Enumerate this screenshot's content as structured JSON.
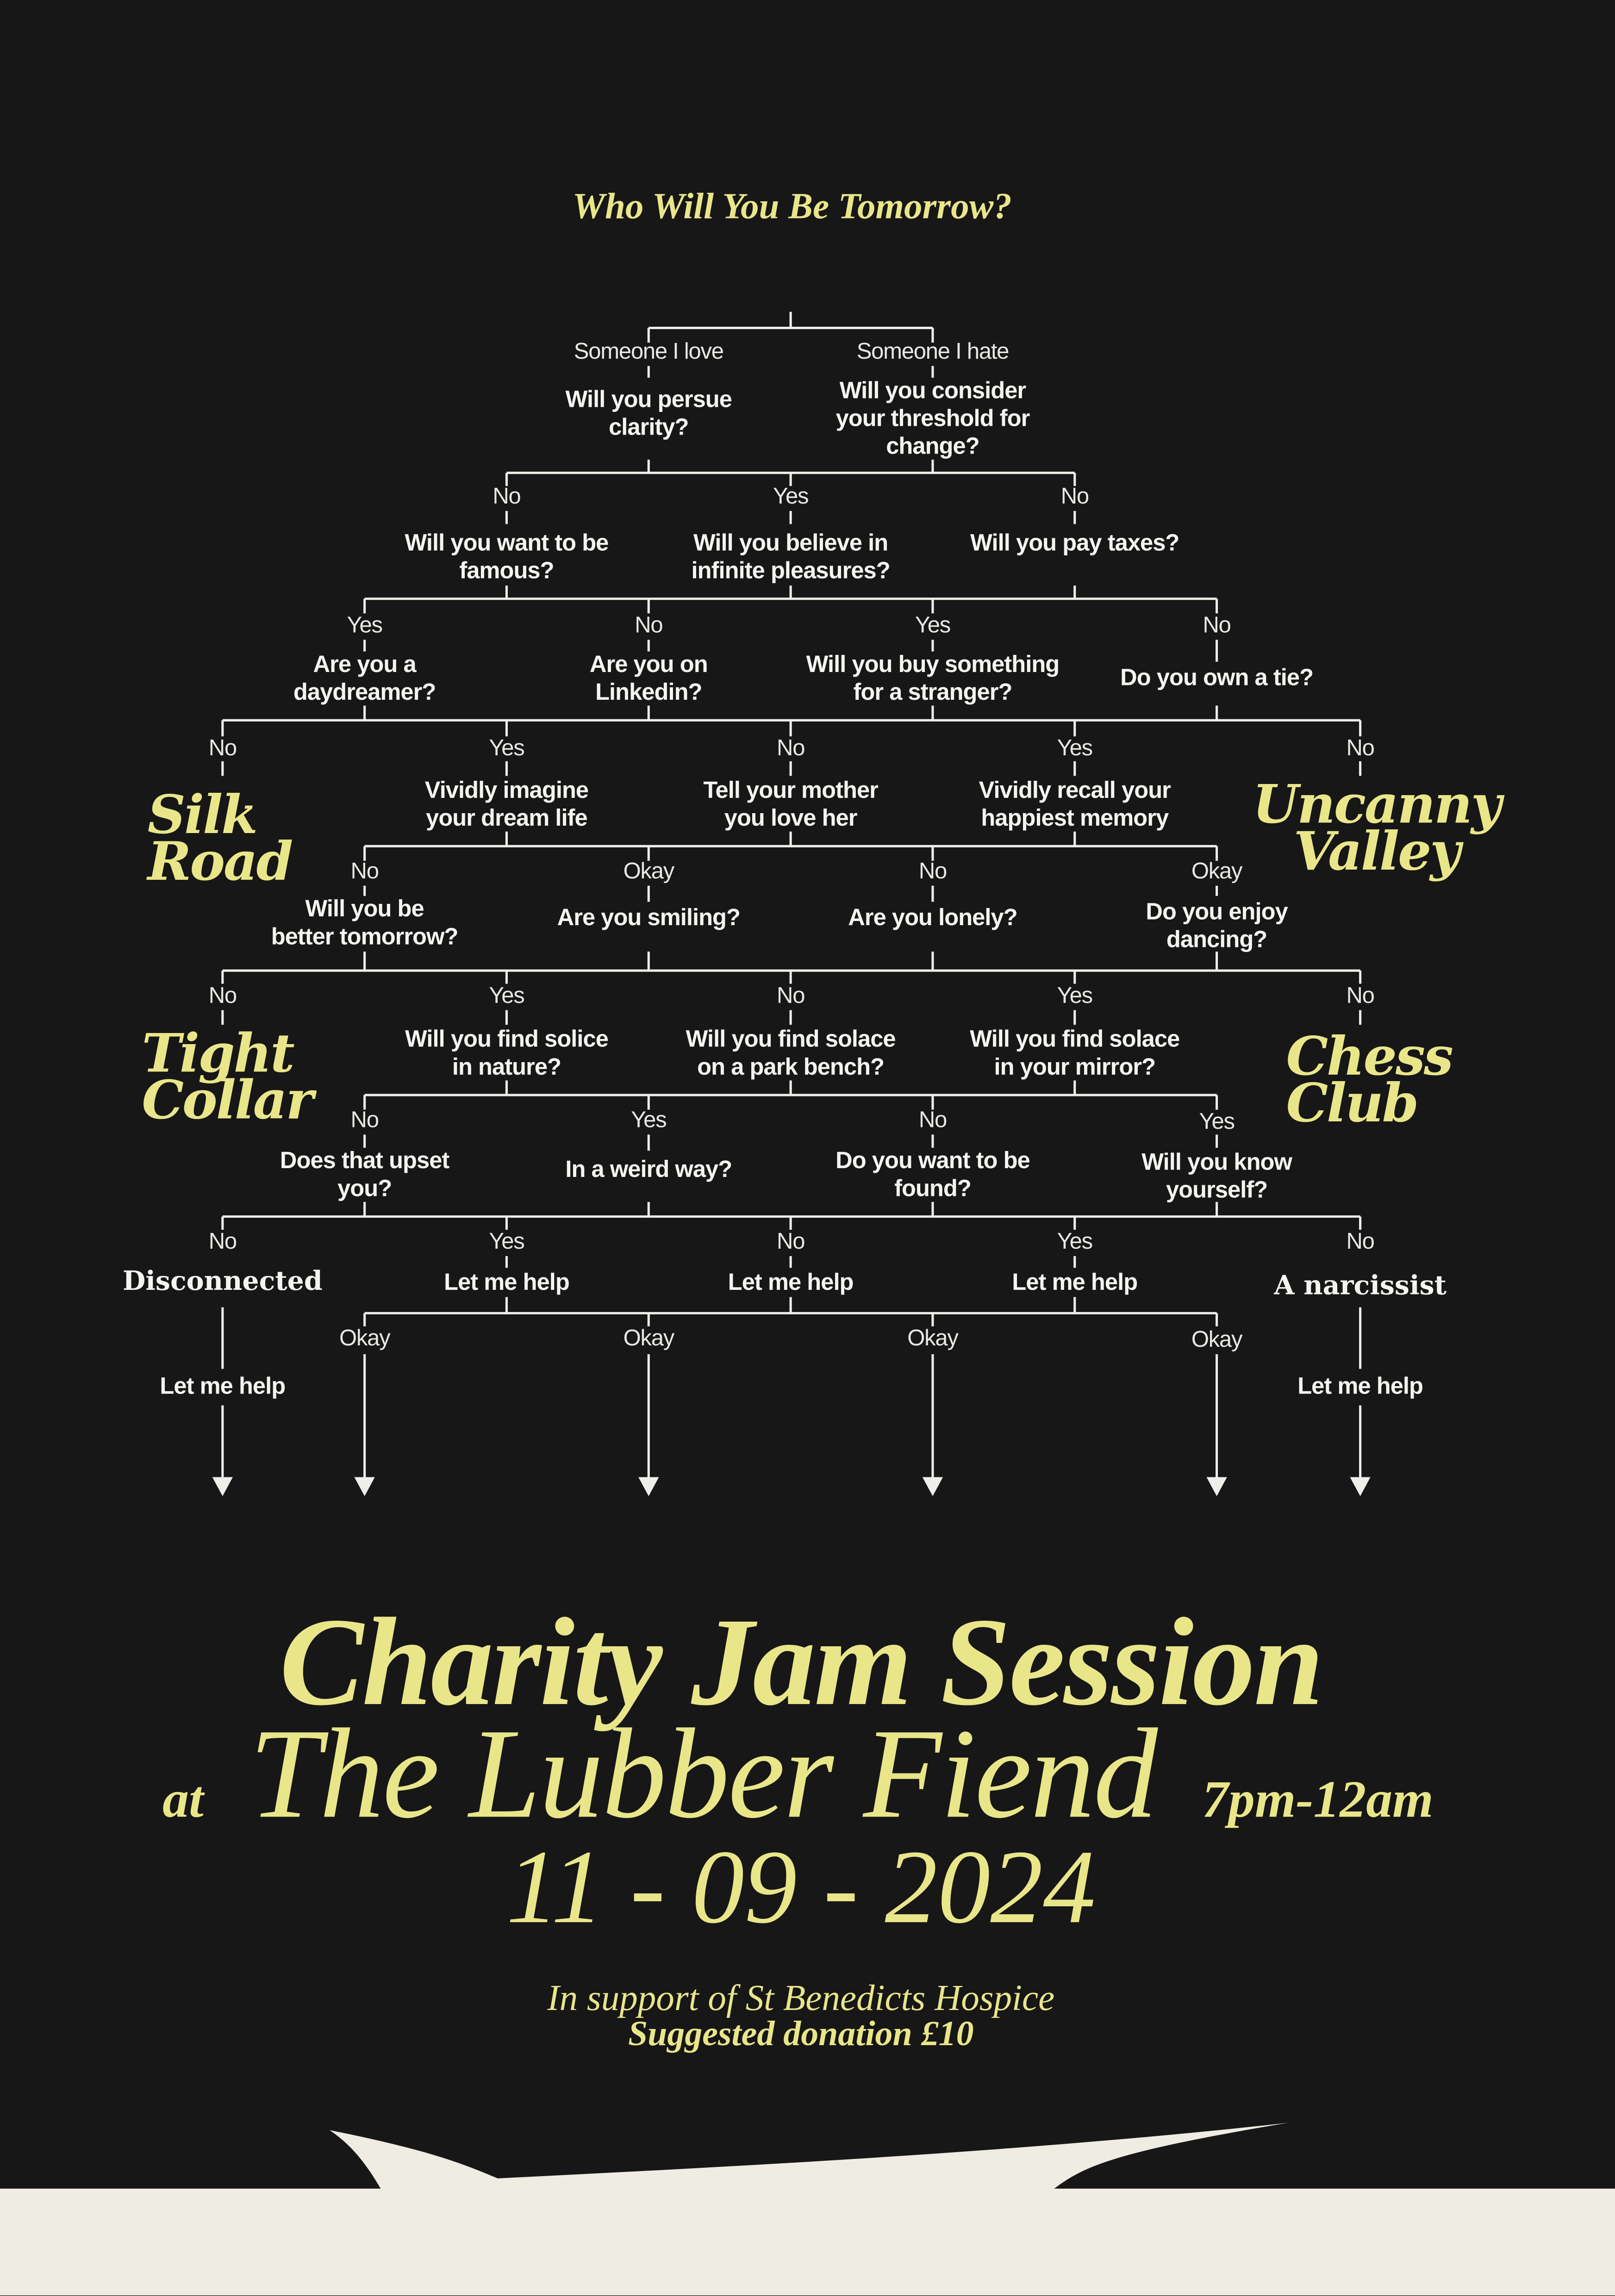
{
  "title": "Who Will You Be Tomorrow?",
  "level0": {
    "labels": [
      "Someone I love",
      "Someone I hate"
    ],
    "questions": [
      "Will you persue\nclarity?",
      "Will you consider\nyour threshold for\nchange?"
    ]
  },
  "level1": {
    "labels": [
      "No",
      "Yes",
      "No"
    ],
    "questions": [
      "Will you want to be\nfamous?",
      "Will you believe in\ninfinite pleasures?",
      "Will you pay taxes?"
    ]
  },
  "level2": {
    "labels": [
      "Yes",
      "No",
      "Yes",
      "No"
    ],
    "questions": [
      "Are you a\ndaydreamer?",
      "Are you on\nLinkedin?",
      "Will you buy something\nfor a stranger?",
      "Do you own a tie?"
    ]
  },
  "level3": {
    "labels": [
      "No",
      "Yes",
      "No",
      "Yes",
      "No"
    ],
    "outcomes": [
      "Silk\nRoad",
      "Uncanny\nValley"
    ],
    "questions": [
      "Vividly imagine\nyour dream life",
      "Tell your mother\nyou love her",
      "Vividly recall your\nhappiest memory"
    ]
  },
  "level4": {
    "labels": [
      "No",
      "Okay",
      "No",
      "Okay"
    ],
    "questions": [
      "Will you be\nbetter tomorrow?",
      "Are you smiling?",
      "Are you lonely?",
      "Do you enjoy\ndancing?"
    ]
  },
  "level5": {
    "labels": [
      "No",
      "Yes",
      "No",
      "Yes",
      "No"
    ],
    "outcomes": [
      "Tight\nCollar",
      "Chess\nClub"
    ],
    "questions": [
      "Will you find solice\nin nature?",
      "Will you find solace\non a park bench?",
      "Will you find solace\nin your mirror?"
    ]
  },
  "level6": {
    "labels": [
      "No",
      "Yes",
      "No",
      "Yes"
    ],
    "questions": [
      "Does that upset\nyou?",
      "In a weird way?",
      "Do you want to be\nfound?",
      "Will you know\nyourself?"
    ]
  },
  "level7": {
    "labels": [
      "No",
      "Yes",
      "No",
      "Yes",
      "No"
    ],
    "results": [
      "Disconnected",
      "Let me help",
      "Let me help",
      "Let me help",
      "A narcissist"
    ]
  },
  "level8": {
    "labels": [
      "Okay",
      "Okay",
      "Okay",
      "Okay"
    ],
    "side_help": [
      "Let me help",
      "Let me help"
    ]
  },
  "event": {
    "name": "Charity Jam Session",
    "at": "at",
    "venue": "The Lubber Fiend",
    "time": "7pm-12am",
    "date": "11 - 09 - 2024",
    "support": "In support of St Benedicts Hospice",
    "donation": "Suggested donation £10"
  },
  "colors": {
    "background": "#171717",
    "accent": "#e9e68a",
    "text": "#f4f4f0",
    "paper": "#efece3"
  }
}
